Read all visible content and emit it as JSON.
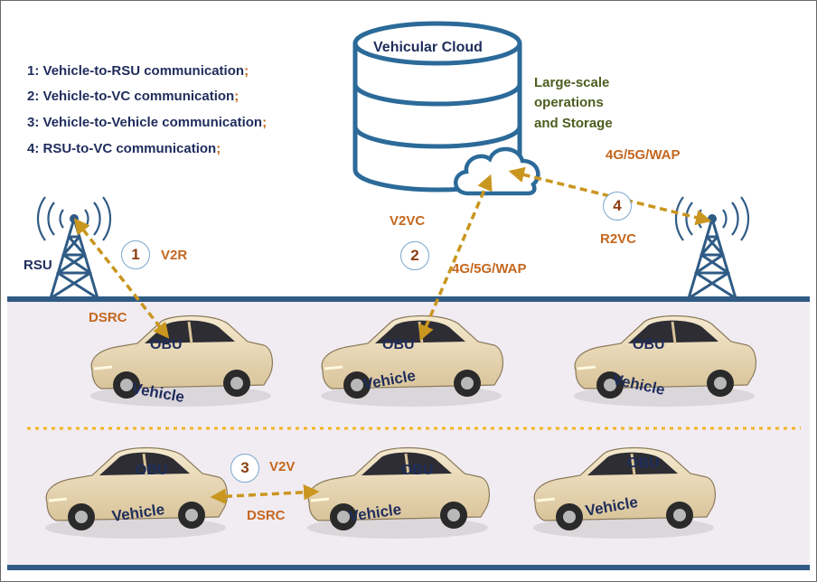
{
  "legend": [
    {
      "num": "1",
      "text": "Vehicle-to-RSU communication",
      "end": ";"
    },
    {
      "num": "2",
      "text": "Vehicle-to-VC communication",
      "end": ";"
    },
    {
      "num": "3",
      "text": "Vehicle-to-Vehicle communication",
      "end": ";"
    },
    {
      "num": "4",
      "text": "RSU-to-VC communication",
      "end": ";"
    }
  ],
  "cloud": {
    "title": "Vehicular Cloud",
    "description_lines": [
      "Large-scale",
      "operations",
      "and Storage"
    ]
  },
  "rsu_label": "RSU",
  "links": {
    "v2r": {
      "num": "1",
      "label": "V2R",
      "tech": "DSRC"
    },
    "v2vc": {
      "num": "2",
      "label": "V2VC",
      "tech": "4G/5G/WAP"
    },
    "v2v": {
      "num": "3",
      "label": "V2V",
      "tech": "DSRC"
    },
    "r2vc": {
      "num": "4",
      "label": "R2VC",
      "tech": "4G/5G/WAP"
    }
  },
  "vehicle": {
    "obu_label": "OBU",
    "name_label": "Vehicle"
  },
  "colors": {
    "navy": "#1f2d5c",
    "orange": "#c4671f",
    "arrow": "#c9961f",
    "road": "#2f5b85",
    "olive": "#4d5d1f",
    "lane_bg": "#f1ecf2"
  }
}
